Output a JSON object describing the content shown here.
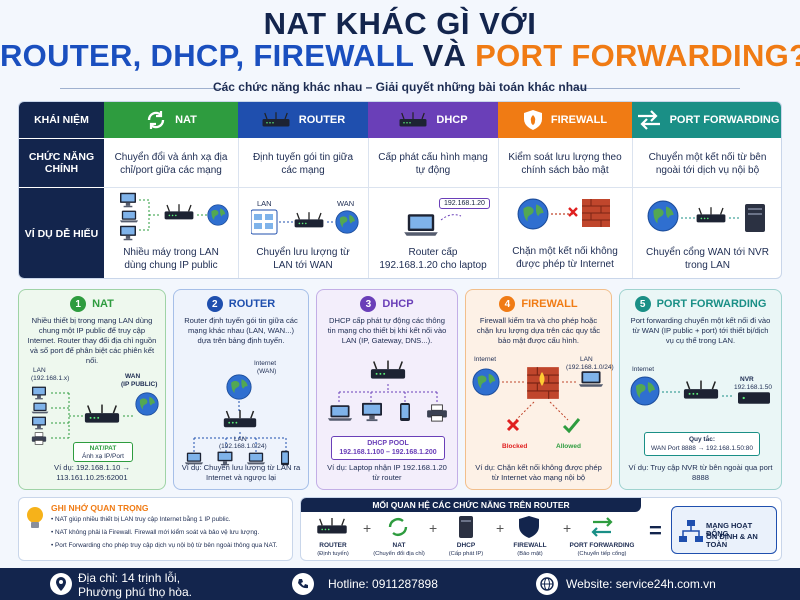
{
  "title": {
    "line1": "NAT KHÁC GÌ VỚI",
    "line2_a": "ROUTER, DHCP, FIREWALL ",
    "line2_b": "VÀ ",
    "line2_c": "PORT FORWARDING?"
  },
  "subtitle": "Các chức năng khác nhau – Giải quyết những bài toán khác nhau",
  "table": {
    "row_heads": [
      "KHÁI NIỆM",
      "CHỨC NĂNG CHÍNH",
      "VÍ DỤ DỄ HIỂU"
    ],
    "columns": [
      {
        "name": "NAT",
        "color": "#2e9c3f",
        "function": "Chuyển đổi và ánh xạ địa chỉ/port giữa các mạng",
        "example": "Nhiều máy trong LAN dùng chung IP public"
      },
      {
        "name": "ROUTER",
        "color": "#1f4fae",
        "function": "Định tuyến gói tin giữa các mạng",
        "example": "Chuyển lưu lượng từ LAN tới WAN",
        "lbl_lan": "LAN",
        "lbl_wan": "WAN"
      },
      {
        "name": "DHCP",
        "color": "#6a3fb8",
        "function": "Cấp phát cấu hình mạng tự động",
        "example": "Router cấp 192.168.1.20 cho laptop",
        "ip": "192.168.1.20"
      },
      {
        "name": "FIREWALL",
        "color": "#f07b14",
        "function": "Kiểm soát lưu lượng theo chính sách bảo mật",
        "example": "Chặn một kết nối không được phép từ Internet"
      },
      {
        "name": "PORT FORWARDING",
        "color": "#1a8f86",
        "function": "Chuyển một kết nối từ bên ngoài tới dịch vụ nội bộ",
        "example": "Chuyển cổng WAN tới NVR trong LAN"
      }
    ]
  },
  "cards": [
    {
      "num": "1",
      "name": "NAT",
      "color": "#2e9c3f",
      "bg": "#eef8ee",
      "desc": "Nhiều thiết bị trong mạng LAN dùng chung một IP public để truy cập Internet. Router thay đổi địa chỉ nguồn và số port để phân biệt các phiên kết nối.",
      "lan": "LAN",
      "lan_ip": "(192.168.1.x)",
      "wan": "WAN",
      "wan_ip": "(IP PUBLIC)",
      "natpat": "NAT/PAT",
      "natpat2": "Ánh xạ IP/Port",
      "example": "Ví dụ: 192.168.1.10 → 113.161.10.25:62001"
    },
    {
      "num": "2",
      "name": "ROUTER",
      "color": "#1f4fae",
      "bg": "#eef3fc",
      "desc": "Router định tuyến gói tin giữa các mạng khác nhau (LAN, WAN...) dựa trên bảng định tuyến.",
      "internet": "Internet",
      "internet2": "(WAN)",
      "lan": "LAN",
      "lan_ip": "(192.168.1.0/24)",
      "example": "Ví dụ: Chuyển lưu lượng từ LAN ra Internet và ngược lại"
    },
    {
      "num": "3",
      "name": "DHCP",
      "color": "#6a3fb8",
      "bg": "#f3eefb",
      "desc": "DHCP cấp phát tự động các thông tin mạng cho thiết bị khi kết nối vào LAN (IP, Gateway, DNS...).",
      "pool": "DHCP POOL",
      "pool_range": "192.168.1.100 – 192.168.1.200",
      "example": "Ví dụ: Laptop nhận IP 192.168.1.20 từ router"
    },
    {
      "num": "4",
      "name": "FIREWALL",
      "color": "#f07b14",
      "bg": "#fdf1e6",
      "desc": "Firewall kiểm tra và cho phép hoặc chặn lưu lượng dựa trên các quy tắc bảo mật được cấu hình.",
      "internet": "Internet",
      "lan": "LAN",
      "lan_ip": "(192.168.1.0/24)",
      "blocked": "Blocked",
      "allowed": "Allowed",
      "example": "Ví dụ: Chặn kết nối không được phép từ Internet vào mạng nội bộ"
    },
    {
      "num": "5",
      "name": "PORT FORWARDING",
      "color": "#1a8f86",
      "bg": "#eaf6f6",
      "desc": "Port forwarding chuyển một kết nối đi vào từ WAN (IP public + port) tới thiết bị/dịch vụ cụ thể trong LAN.",
      "internet": "Internet",
      "nvr": "NVR",
      "nvr_ip": "192.168.1.50",
      "rule_title": "Quy tắc:",
      "rule": "WAN Port 8888 → 192.168.1.50:80",
      "example": "Ví dụ: Truy cập NVR từ bên ngoài qua port 8888"
    }
  ],
  "note": {
    "title": "GHI NHỚ QUAN TRỌNG",
    "items": [
      "NAT giúp nhiều thiết bị LAN truy cập Internet bằng 1 IP public.",
      "NAT không phải là Firewall. Firewall mới kiểm soát và bảo vệ lưu lượng.",
      "Port Forwarding cho phép truy cập dịch vụ nội bộ từ bên ngoài thông qua NAT."
    ]
  },
  "relation": {
    "title": "MỐI QUAN HỆ CÁC CHỨC NĂNG TRÊN ROUTER",
    "items": [
      {
        "name": "ROUTER",
        "sub": "(Định tuyến)"
      },
      {
        "name": "NAT",
        "sub": "(Chuyển đổi địa chỉ)"
      },
      {
        "name": "DHCP",
        "sub": "(Cấp phát IP)"
      },
      {
        "name": "FIREWALL",
        "sub": "(Bảo mật)"
      },
      {
        "name": "PORT FORWARDING",
        "sub": "(Chuyển tiếp cổng)"
      }
    ],
    "result1": "MẠNG HOẠT ĐỘNG",
    "result2": "ỔN ĐỊNH & AN TOÀN"
  },
  "footer": {
    "address1": "Địa chỉ: 14 trịnh lỗi,",
    "address2": "Phường phú thọ hòa.",
    "hotline": "Hotline: 0911287898",
    "website": "Website: service24h.com.vn"
  },
  "colors": {
    "navy": "#13254d",
    "blue": "#1a4fbf",
    "orange": "#f07b14",
    "green": "#2e9c3f",
    "purple": "#6a3fb8",
    "teal": "#1a8f86"
  }
}
